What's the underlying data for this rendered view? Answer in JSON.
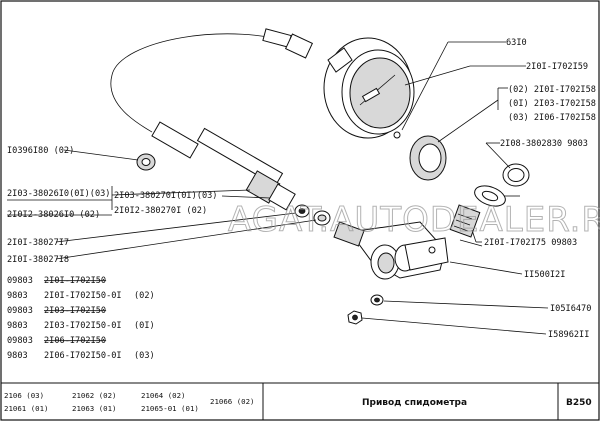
{
  "title": "Привод спидометра",
  "page_code": "B250",
  "watermark": "AGAT.AUTODEALER.RU",
  "callouts": {
    "c_63i0": "63I0",
    "c_2101_1702159": "2I0I-I702I59",
    "c_02_2101_1702158": "(02) 2I0I-I702I58",
    "c_01_2103_1702158": "(0I) 2I03-I702I58",
    "c_03_2106_1702158": "(03) 2I06-I702I58",
    "c_2108_3802830": "2I08-3802830 9803",
    "c_1039": "I0396I80 (02)",
    "c_2103_38026": "2I03-38026I0(0I)(03)",
    "c_2103_380270": "2I03-380270I(0I)(03)",
    "c_21012_38026": "2I0I2-38026I0 (02)",
    "c_21012_380270": "2I0I2-380270I (02)",
    "c_2101_3802717": "2I0I-38027I7",
    "c_2101_3802718": "2I0I-38027I8",
    "c_2101_1702175": "2I0I-I702I75 09803",
    "c_115": "II500I2I",
    "c_105": "I05I6470",
    "c_158": "I58962II"
  },
  "parts_list": [
    {
      "code": "09803",
      "part": "2I0I-I702I50",
      "note": "",
      "struck": true
    },
    {
      "code": "9803",
      "part": "2I0I-I702I50-0I",
      "note": "(02)",
      "struck": false
    },
    {
      "code": "09803",
      "part": "2I03-I702I50",
      "note": "",
      "struck": true
    },
    {
      "code": "9803",
      "part": "2I03-I702I50-0I",
      "note": "(0I)",
      "struck": false
    },
    {
      "code": "09803",
      "part": "2I06-I702I50",
      "note": "",
      "struck": true
    },
    {
      "code": "9803",
      "part": "2I06-I702I50-0I",
      "note": "(03)",
      "struck": false
    }
  ],
  "footer_models": [
    "2106 (03)",
    "21061 (01)",
    "21062 (02)",
    "21063 (01)",
    "21064 (02)",
    "21065-01 (01)",
    "21066 (02)"
  ]
}
